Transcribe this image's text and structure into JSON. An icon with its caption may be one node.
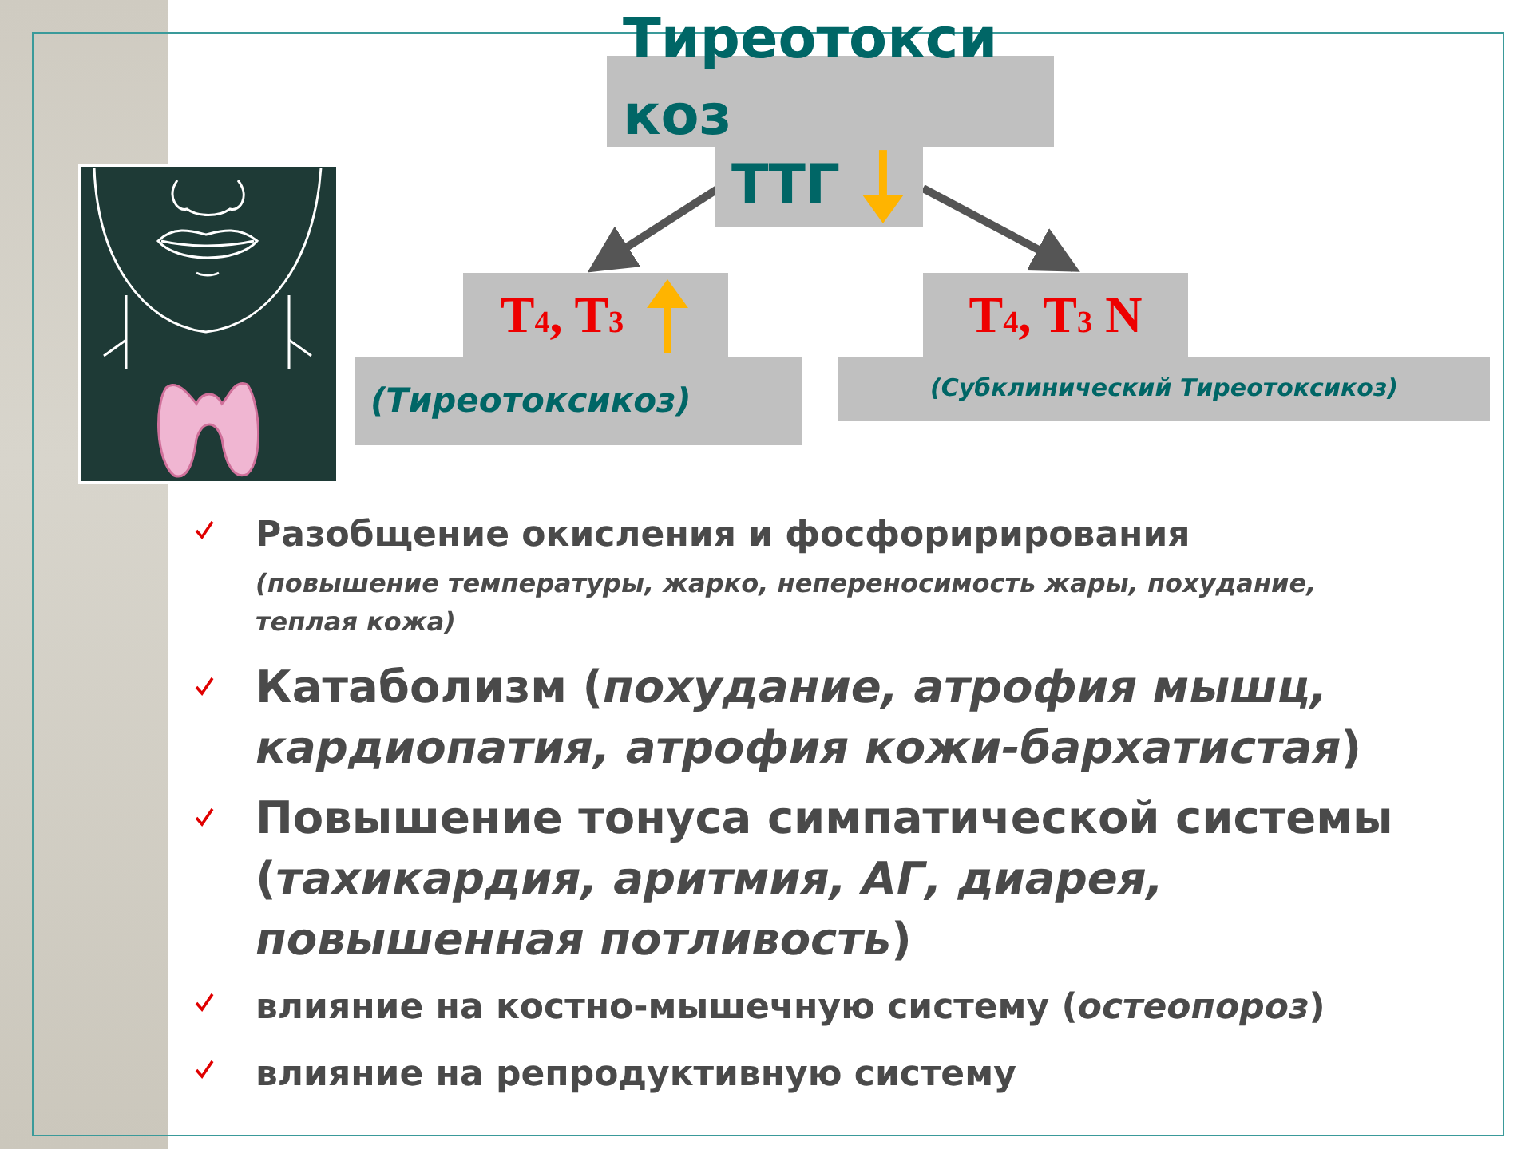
{
  "diagram": {
    "nodes": [
      {
        "text": [
          "Тиреотокси коз"
        ]
      },
      {
        "text": [
          "ТТГ"
        ]
      },
      {
        "text": [
          "T$_{4}$, T$_{3}$"
        ]
      },
      {
        "text": [
          "(Тиреотоксикоз)"
        ]
      },
      {
        "text": [
          "T$_{4}$, T$_{3}$ N"
        ]
      },
      {
        "text": [
          "(Субклинический Тиреотоксикоз)"
        ]
      }
    ],
    "edges": [
      {
        "from": 1,
        "to": 2,
        "arrow": "to"
      },
      {
        "from": 1,
        "to": 4,
        "arrow": "to"
      }
    ],
    "labels": [
      "Разобщение окисления и фосфоририрования",
      "(*повышение температуры, жарко, непереносимость жары, похудание, теплая кожа*)",
      "Катаболизм (*похудание, атрофия мышц, кардиопатия, атрофия кожи-бархатистая*)",
      "Повышение тонуса симпатической системы (*тахикардия, аритмия, АГ, диарея, повышенная потливость*)",
      "влияние на костно-мышечную систему (*остеопороз*)",
      "влияние на репродуктивную систему"
    ]
  }
}
